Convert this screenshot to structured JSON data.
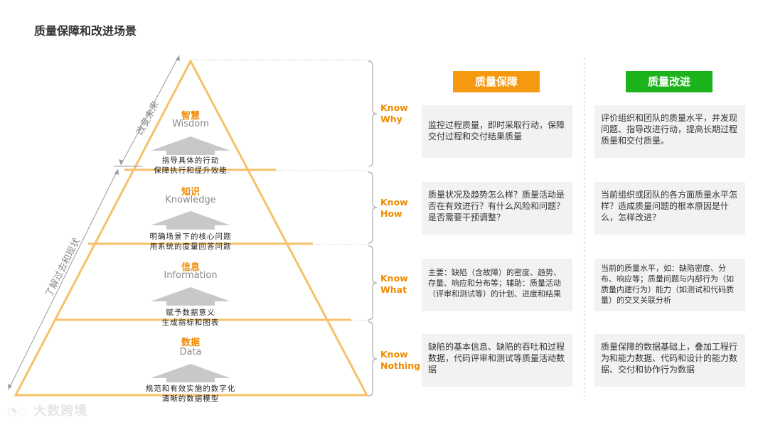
{
  "title": "质量保障和改进场景",
  "side_labels": {
    "future": "改变未来",
    "past": "了解过去和现状"
  },
  "levels": [
    {
      "cn": "智慧",
      "en": "Wisdom",
      "note": [
        "指导具体的行动",
        "保障执行和提升效能"
      ],
      "know": [
        "Know",
        "Why"
      ]
    },
    {
      "cn": "知识",
      "en": "Knowledge",
      "note": [
        "明确场景下的核心问题",
        "用系统的度量回答问题"
      ],
      "know": [
        "Know",
        "How"
      ]
    },
    {
      "cn": "信息",
      "en": "Information",
      "note": [
        "赋予数据意义",
        "生成指标和图表"
      ],
      "know": [
        "Know",
        "What"
      ]
    },
    {
      "cn": "数据",
      "en": "Data",
      "note": [
        "规范和有效实施的数字化",
        "清晰的数据模型"
      ],
      "know": [
        "Know",
        "Nothing"
      ]
    }
  ],
  "columns": [
    {
      "header": "质量保障",
      "color": "#f59a10",
      "cells": [
        "监控过程质量，即时采取行动，保障交付过程和交付结果质量",
        "质量状况及趋势怎么样？质量活动是否在有效进行？有什么风险和问题？是否需要干预调整？",
        "主要：缺陷（含故障）的密度、趋势、存量、响应和分布等；辅助：质量活动（评审和测试等）的计划、进度和结果",
        "缺陷的基本信息、缺陷的吞吐和过程数据，代码评审和测试等质量活动数据"
      ]
    },
    {
      "header": "质量改进",
      "color": "#1db31d",
      "cells": [
        "评价组织和团队的质量水平，并发现问题、指导改进行动，提高长期过程质量和交付质量。",
        "当前组织或团队的各方面质量水平怎样？造成质量问题的根本原因是什么，怎样改进？",
        "当前的质量水平，如：缺陷密度、分布、响应等；质量问题与内部行为（如质量内建行为）能力（如测试和代码质量）的交叉关联分析",
        "质量保障的数据基础上，叠加工程行为和能力数据、代码和设计的能力数据、交付和协作行为数据"
      ]
    }
  ],
  "watermark": "大数跨境",
  "colors": {
    "pyramid": "#f6c16a",
    "accent": "#f08a00",
    "arrow": "#c8c8c8"
  }
}
